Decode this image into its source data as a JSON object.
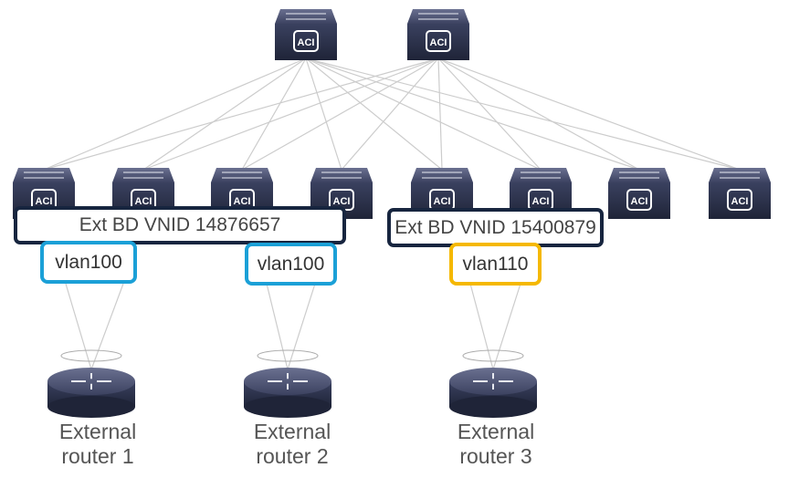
{
  "colors": {
    "bd_border": "#17253f",
    "vlan_a": "#1ba0d7",
    "vlan_b": "#f5b800",
    "device": "#2e3450",
    "link": "#cccccc"
  },
  "spines": [
    {
      "icon": "aci-spine-switch-icon",
      "label": "ACI"
    },
    {
      "icon": "aci-spine-switch-icon",
      "label": "ACI"
    }
  ],
  "leaves": [
    {
      "label": "ACI"
    },
    {
      "label": "ACI"
    },
    {
      "label": "ACI"
    },
    {
      "label": "ACI"
    },
    {
      "label": "ACI"
    },
    {
      "label": "ACI"
    },
    {
      "label": "ACI"
    },
    {
      "label": "ACI"
    }
  ],
  "bridge_domains": [
    {
      "label": "Ext BD VNID 14876657"
    },
    {
      "label": "Ext BD VNID 15400879"
    }
  ],
  "vlans": [
    {
      "label": "vlan100"
    },
    {
      "label": "vlan100"
    },
    {
      "label": "vlan110"
    }
  ],
  "routers": [
    {
      "line1": "External",
      "line2": "router 1"
    },
    {
      "line1": "External",
      "line2": "router 2"
    },
    {
      "line1": "External",
      "line2": "router 3"
    }
  ]
}
